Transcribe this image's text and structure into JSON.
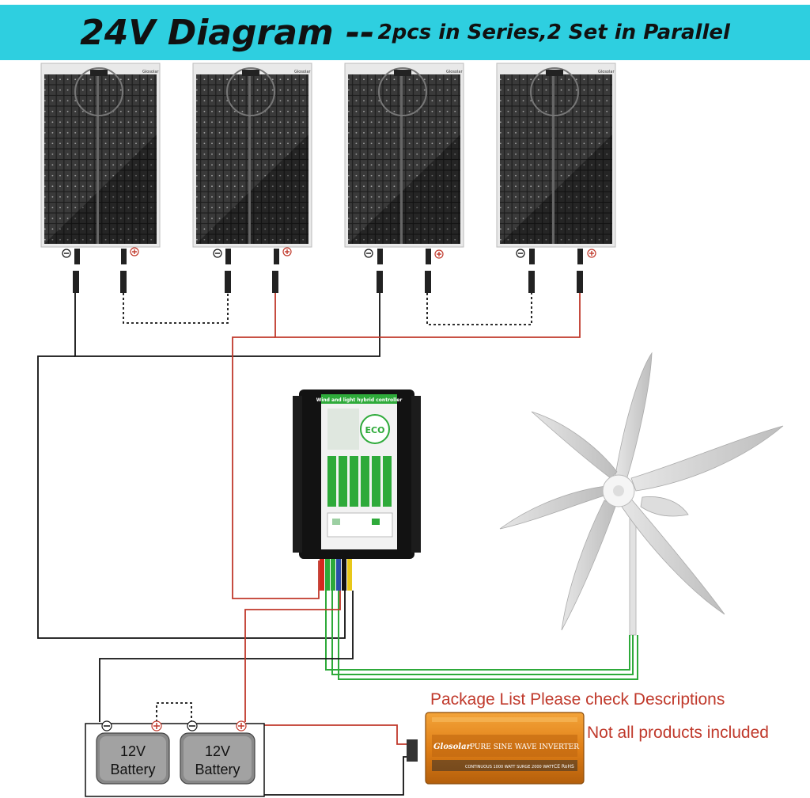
{
  "title": {
    "main": "24V Diagram --",
    "sub": "2pcs in Series,2 Set in Parallel"
  },
  "panels": [
    {
      "brand": "Glosolar"
    },
    {
      "brand": "Glosolar"
    },
    {
      "brand": "Glosolar"
    },
    {
      "brand": "Glosolar"
    }
  ],
  "controller": {
    "title": "Wind and light hybrid controller",
    "badge": "ECO"
  },
  "batteries": [
    {
      "line1": "12V",
      "line2": "Battery"
    },
    {
      "line1": "12V",
      "line2": "Battery"
    }
  ],
  "inverter": {
    "brand": "Glosolar",
    "label": "PURE SINE WAVE INVERTER",
    "spec": "CONTINUOUS 1000 WATT SURGE 2000 WATT",
    "cert": "CE RoHS"
  },
  "notes": {
    "package": "Package List Please check Descriptions",
    "not_all": "Not all products included"
  },
  "colors": {
    "banner": "#2ecfe0",
    "wire_red": "#c0392b",
    "wire_black": "#111111",
    "wire_green": "#2eaa3a",
    "note_text": "#c0392b",
    "inverter": "#e58a1e"
  }
}
